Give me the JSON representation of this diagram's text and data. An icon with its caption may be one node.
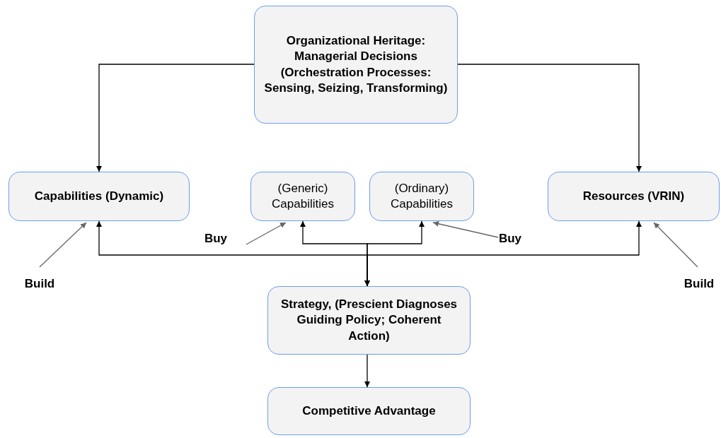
{
  "diagram": {
    "nodes": [
      {
        "text": [
          "Organizational Heritage: Managerial Decisions (Orchestration Processes: Sensing, Seizing, Transforming)"
        ]
      },
      {
        "text": [
          "Capabilities (Dynamic)"
        ]
      },
      {
        "text": [
          "(Generic) Capabilities"
        ]
      },
      {
        "text": [
          "(Ordinary) Capabilities"
        ]
      },
      {
        "text": [
          "Resources (VRIN)"
        ]
      },
      {
        "text": [
          "Strategy, (Prescient Diagnoses Guiding Policy; Coherent Action)"
        ]
      },
      {
        "text": [
          "Competitive Advantage"
        ]
      },
      {
        "text": [
          "Buy"
        ]
      },
      {
        "text": [
          "Buy"
        ]
      },
      {
        "text": [
          "Build"
        ]
      },
      {
        "text": [
          "Build"
        ]
      }
    ],
    "edges": [
      {
        "from": 0,
        "to": 1,
        "arrow": "to"
      },
      {
        "from": 0,
        "to": 4,
        "arrow": "to"
      },
      {
        "from": 5,
        "to": 2,
        "arrow": "both"
      },
      {
        "from": 5,
        "to": 3,
        "arrow": "both"
      },
      {
        "from": 5,
        "to": 1,
        "arrow": "to"
      },
      {
        "from": 5,
        "to": 4,
        "arrow": "to"
      },
      {
        "from": 5,
        "to": 6,
        "arrow": "to"
      },
      {
        "from": 7,
        "to": 2,
        "arrow": "to",
        "color": "#666666"
      },
      {
        "from": 8,
        "to": 3,
        "arrow": "to",
        "color": "#666666"
      },
      {
        "from": 9,
        "to": 1,
        "arrow": "to",
        "color": "#666666"
      },
      {
        "from": 10,
        "to": 4,
        "arrow": "to",
        "color": "#666666"
      }
    ]
  }
}
